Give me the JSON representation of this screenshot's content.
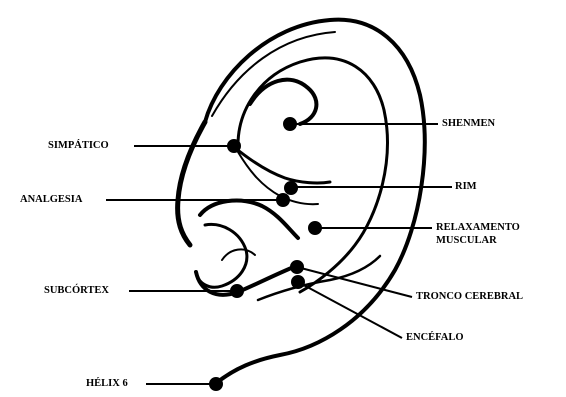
{
  "diagram": {
    "ink_color": "#000000",
    "background_color": "#ffffff",
    "labels": {
      "shenmen": "SHENMEN",
      "simpatico": "SIMPÁTICO",
      "rim": "RIM",
      "analgesia": "ANALGESIA",
      "relaxamento_line1": "RELAXAMENTO",
      "relaxamento_line2": "MUSCULAR",
      "subcortex": "SUBCÓRTEX",
      "tronco_cerebral": "TRONCO CEREBRAL",
      "encefalo": "ENCÉFALO",
      "helix6": "HÉLIX 6"
    }
  }
}
